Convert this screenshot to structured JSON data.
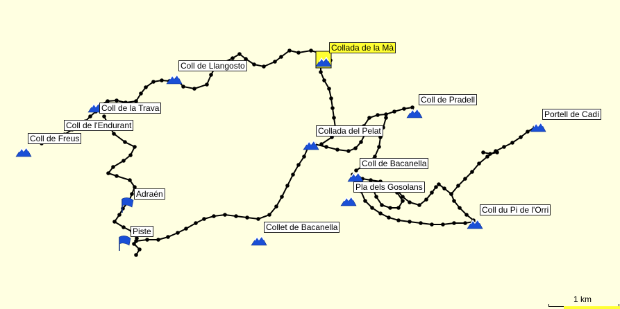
{
  "map": {
    "background_color": "#ffffe1",
    "track_color": "#000000",
    "peak_icon_color": "#1a4fd6",
    "flag_icon_color": "#1a4fd6",
    "selected_label_color": "#ffff33"
  },
  "waypoints": [
    {
      "id": "collada-de-la-ma",
      "label": "Collada de la Mà",
      "icon": "mountain-pass-icon",
      "selected": true
    },
    {
      "id": "coll-de-llangosto",
      "label": "Coll de Llangosto",
      "icon": "mountain-pass-icon"
    },
    {
      "id": "coll-de-la-trava",
      "label": "Coll de la Trava",
      "icon": "mountain-pass-icon"
    },
    {
      "id": "coll-de-lendurant",
      "label": "Coll de l'Endurant",
      "icon": "mountain-pass-icon"
    },
    {
      "id": "coll-de-freus",
      "label": "Coll de Freus",
      "icon": "mountain-pass-icon"
    },
    {
      "id": "adraen",
      "label": "Adraén",
      "icon": "flag-icon"
    },
    {
      "id": "piste",
      "label": "Piste",
      "icon": "flag-icon"
    },
    {
      "id": "collet-de-bacanella",
      "label": "Collet de Bacanella",
      "icon": "mountain-pass-icon"
    },
    {
      "id": "collada-del-pelat",
      "label": "Collada del Pelat",
      "icon": "mountain-pass-icon"
    },
    {
      "id": "coll-de-pradell",
      "label": "Coll de Pradell",
      "icon": "mountain-pass-icon"
    },
    {
      "id": "portell-de-cadi",
      "label": "Portell de Cadí",
      "icon": "mountain-pass-icon"
    },
    {
      "id": "coll-de-bacanella",
      "label": "Coll de Bacanella",
      "icon": "mountain-pass-icon"
    },
    {
      "id": "pla-dels-gosolans",
      "label": "Pla dels Gosolans",
      "icon": "mountain-pass-icon"
    },
    {
      "id": "coll-du-pi-de-lorri",
      "label": "Coll du Pi de l'Orri",
      "icon": "mountain-pass-icon"
    }
  ],
  "scale": {
    "label": "1 km"
  }
}
